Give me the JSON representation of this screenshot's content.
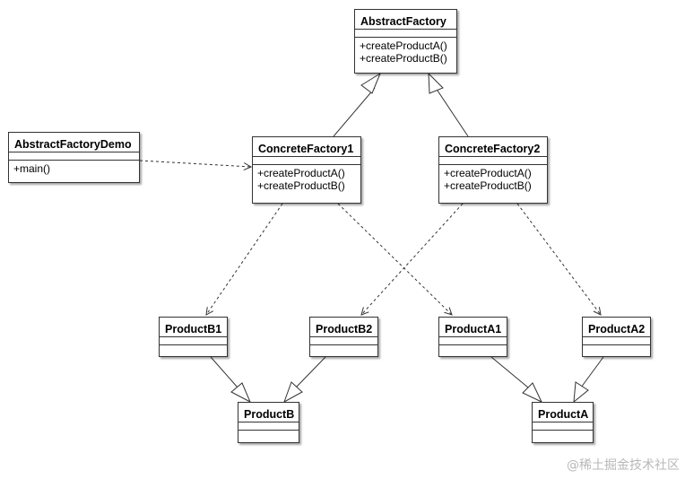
{
  "classes": {
    "abstract_factory": {
      "name": "AbstractFactory",
      "methods": [
        "+createProductA()",
        "+createProductB()"
      ]
    },
    "demo": {
      "name": "AbstractFactoryDemo",
      "methods": [
        "+main()"
      ]
    },
    "concrete_factory_1": {
      "name": "ConcreteFactory1",
      "methods": [
        "+createProductA()",
        "+createProductB()"
      ]
    },
    "concrete_factory_2": {
      "name": "ConcreteFactory2",
      "methods": [
        "+createProductA()",
        "+createProductB()"
      ]
    },
    "product_b1": {
      "name": "ProductB1"
    },
    "product_b2": {
      "name": "ProductB2"
    },
    "product_a1": {
      "name": "ProductA1"
    },
    "product_a2": {
      "name": "ProductA2"
    },
    "product_b": {
      "name": "ProductB"
    },
    "product_a": {
      "name": "ProductA"
    }
  },
  "watermark": "@稀土掘金技术社区"
}
